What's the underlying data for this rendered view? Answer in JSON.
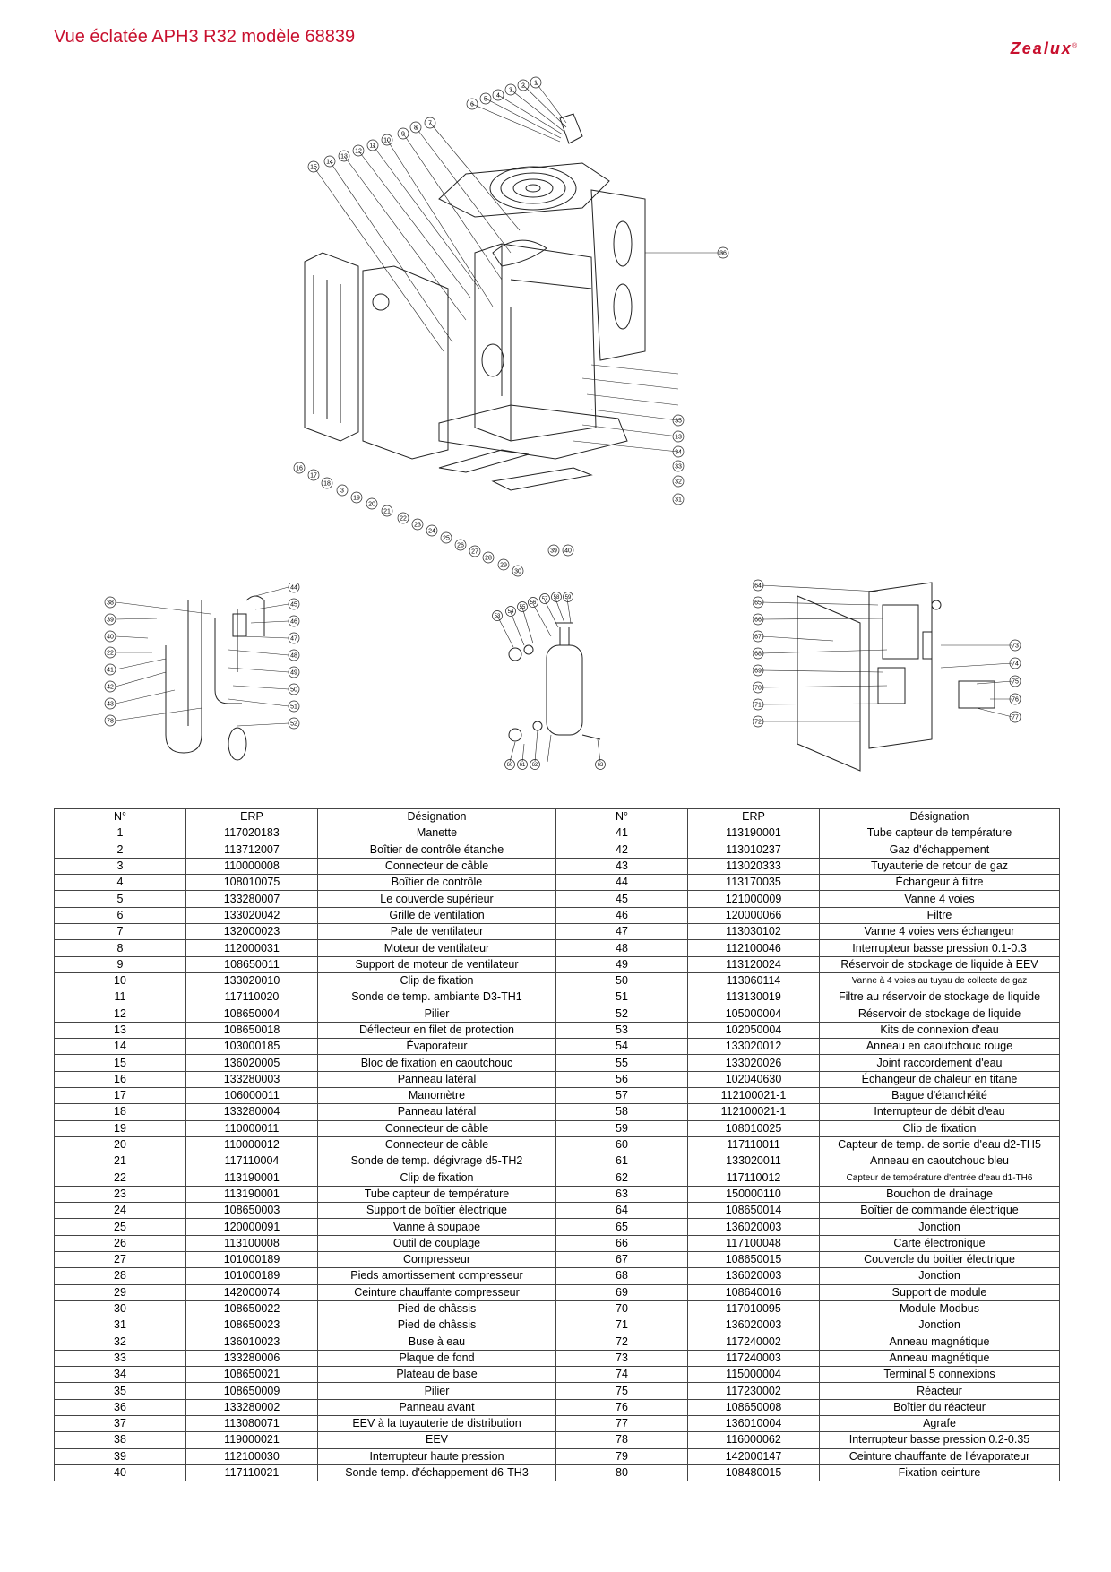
{
  "header": {
    "title": "Vue éclatée APH3 R32 modèle 68839",
    "brand": "Zealux"
  },
  "colors": {
    "title": "#c8102e",
    "brand": "#c8102e",
    "lines": "#222222"
  },
  "diagrams": {
    "main_callouts": [
      "1",
      "2",
      "3",
      "4",
      "5",
      "6",
      "7",
      "8",
      "9",
      "10",
      "11",
      "12",
      "13",
      "14",
      "15",
      "16",
      "17",
      "18",
      "3",
      "19",
      "20",
      "21",
      "22",
      "23",
      "24",
      "25",
      "26",
      "27",
      "28",
      "29",
      "30",
      "31",
      "32",
      "33",
      "34",
      "13",
      "35",
      "36",
      "39",
      "40"
    ],
    "piping_callouts": [
      "38",
      "39",
      "40",
      "22",
      "41",
      "42",
      "43",
      "78",
      "44",
      "45",
      "46",
      "47",
      "48",
      "49",
      "50",
      "51",
      "52"
    ],
    "exchanger_callouts": [
      "53",
      "54",
      "55",
      "56",
      "57",
      "58",
      "59",
      "60",
      "61",
      "62",
      "63"
    ],
    "control_box_callouts": [
      "64",
      "65",
      "66",
      "67",
      "68",
      "69",
      "70",
      "71",
      "72",
      "73",
      "74",
      "75",
      "76",
      "77"
    ]
  },
  "table": {
    "headers": [
      "N°",
      "ERP",
      "Désignation",
      "N°",
      "ERP",
      "Désignation"
    ],
    "rows": [
      [
        "1",
        "117020183",
        "Manette",
        "41",
        "113190001",
        "Tube capteur de température"
      ],
      [
        "2",
        "113712007",
        "Boîtier de contrôle étanche",
        "42",
        "113010237",
        "Gaz d'échappement"
      ],
      [
        "3",
        "110000008",
        "Connecteur de câble",
        "43",
        "113020333",
        "Tuyauterie de retour de gaz"
      ],
      [
        "4",
        "108010075",
        "Boîtier de contrôle",
        "44",
        "113170035",
        "Échangeur à filtre"
      ],
      [
        "5",
        "133280007",
        "Le couvercle supérieur",
        "45",
        "121000009",
        "Vanne 4 voies"
      ],
      [
        "6",
        "133020042",
        "Grille de ventilation",
        "46",
        "120000066",
        "Filtre"
      ],
      [
        "7",
        "132000023",
        "Pale de ventilateur",
        "47",
        "113030102",
        "Vanne 4 voies vers échangeur"
      ],
      [
        "8",
        "112000031",
        "Moteur de ventilateur",
        "48",
        "112100046",
        "Interrupteur basse pression 0.1-0.3"
      ],
      [
        "9",
        "108650011",
        "Support de moteur de ventilateur",
        "49",
        "113120024",
        "Réservoir de stockage de liquide à EEV"
      ],
      [
        "10",
        "133020010",
        "Clip de fixation",
        "50",
        "113060114",
        "Vanne à 4 voies au tuyau de collecte de gaz"
      ],
      [
        "11",
        "117110020",
        "Sonde de temp. ambiante D3-TH1",
        "51",
        "113130019",
        "Filtre au réservoir de stockage de liquide"
      ],
      [
        "12",
        "108650004",
        "Pilier",
        "52",
        "105000004",
        "Réservoir de stockage de liquide"
      ],
      [
        "13",
        "108650018",
        "Déflecteur en filet de protection",
        "53",
        "102050004",
        "Kits de connexion d'eau"
      ],
      [
        "14",
        "103000185",
        "Évaporateur",
        "54",
        "133020012",
        "Anneau en caoutchouc rouge"
      ],
      [
        "15",
        "136020005",
        "Bloc de fixation en caoutchouc",
        "55",
        "133020026",
        "Joint raccordement d'eau"
      ],
      [
        "16",
        "133280003",
        "Panneau latéral",
        "56",
        "102040630",
        "Échangeur de chaleur en titane"
      ],
      [
        "17",
        "106000011",
        "Manomètre",
        "57",
        "112100021-1",
        "Bague d'étanchéité"
      ],
      [
        "18",
        "133280004",
        "Panneau latéral",
        "58",
        "112100021-1",
        "Interrupteur de débit d'eau"
      ],
      [
        "19",
        "110000011",
        "Connecteur de câble",
        "59",
        "108010025",
        "Clip de fixation"
      ],
      [
        "20",
        "110000012",
        "Connecteur de câble",
        "60",
        "117110011",
        "Capteur de temp. de sortie d'eau d2-TH5"
      ],
      [
        "21",
        "117110004",
        "Sonde de temp. dégivrage d5-TH2",
        "61",
        "133020011",
        "Anneau en caoutchouc bleu"
      ],
      [
        "22",
        "113190001",
        "Clip de fixation",
        "62",
        "117110012",
        "Capteur de température d'entrée d'eau d1-TH6"
      ],
      [
        "23",
        "113190001",
        "Tube capteur de température",
        "63",
        "150000110",
        "Bouchon de drainage"
      ],
      [
        "24",
        "108650003",
        "Support de boîtier électrique",
        "64",
        "108650014",
        "Boîtier de commande électrique"
      ],
      [
        "25",
        "120000091",
        "Vanne à soupape",
        "65",
        "136020003",
        "Jonction"
      ],
      [
        "26",
        "113100008",
        "Outil de couplage",
        "66",
        "117100048",
        "Carte électronique"
      ],
      [
        "27",
        "101000189",
        "Compresseur",
        "67",
        "108650015",
        "Couvercle du boitier électrique"
      ],
      [
        "28",
        "101000189",
        "Pieds amortissement compresseur",
        "68",
        "136020003",
        "Jonction"
      ],
      [
        "29",
        "142000074",
        "Ceinture chauffante compresseur",
        "69",
        "108640016",
        "Support de module"
      ],
      [
        "30",
        "108650022",
        "Pied de châssis",
        "70",
        "117010095",
        "Module Modbus"
      ],
      [
        "31",
        "108650023",
        "Pied de châssis",
        "71",
        "136020003",
        "Jonction"
      ],
      [
        "32",
        "136010023",
        "Buse à eau",
        "72",
        "117240002",
        "Anneau magnétique"
      ],
      [
        "33",
        "133280006",
        "Plaque de fond",
        "73",
        "117240003",
        "Anneau magnétique"
      ],
      [
        "34",
        "108650021",
        "Plateau de base",
        "74",
        "115000004",
        "Terminal 5 connexions"
      ],
      [
        "35",
        "108650009",
        "Pilier",
        "75",
        "117230002",
        "Réacteur"
      ],
      [
        "36",
        "133280002",
        "Panneau avant",
        "76",
        "108650008",
        "Boîtier du réacteur"
      ],
      [
        "37",
        "113080071",
        "EEV à la tuyauterie de distribution",
        "77",
        "136010004",
        "Agrafe"
      ],
      [
        "38",
        "119000021",
        "EEV",
        "78",
        "116000062",
        "Interrupteur basse pression 0.2-0.35"
      ],
      [
        "39",
        "112100030",
        "Interrupteur haute pression",
        "79",
        "142000147",
        "Ceinture chauffante de l'évaporateur"
      ],
      [
        "40",
        "117110021",
        "Sonde temp. d'échappement d6-TH3",
        "80",
        "108480015",
        "Fixation ceinture"
      ]
    ]
  }
}
